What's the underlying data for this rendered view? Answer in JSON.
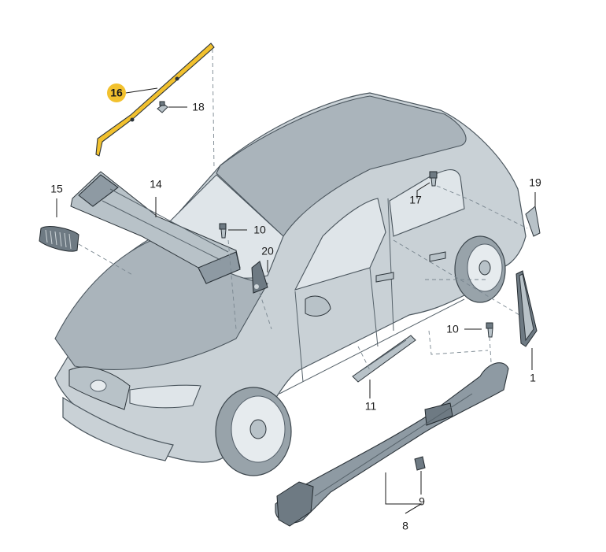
{
  "diagram": {
    "highlight_color": "#f2c12e",
    "callouts": [
      {
        "id": "c16",
        "label": "16",
        "highlighted": true
      },
      {
        "id": "c18",
        "label": "18"
      },
      {
        "id": "c15",
        "label": "15"
      },
      {
        "id": "c14",
        "label": "14"
      },
      {
        "id": "c10a",
        "label": "10"
      },
      {
        "id": "c20",
        "label": "20"
      },
      {
        "id": "c17",
        "label": "17"
      },
      {
        "id": "c19",
        "label": "19"
      },
      {
        "id": "c10b",
        "label": "10"
      },
      {
        "id": "c1",
        "label": "1"
      },
      {
        "id": "c11",
        "label": "11"
      },
      {
        "id": "c9",
        "label": "9"
      },
      {
        "id": "c8",
        "label": "8"
      }
    ]
  }
}
